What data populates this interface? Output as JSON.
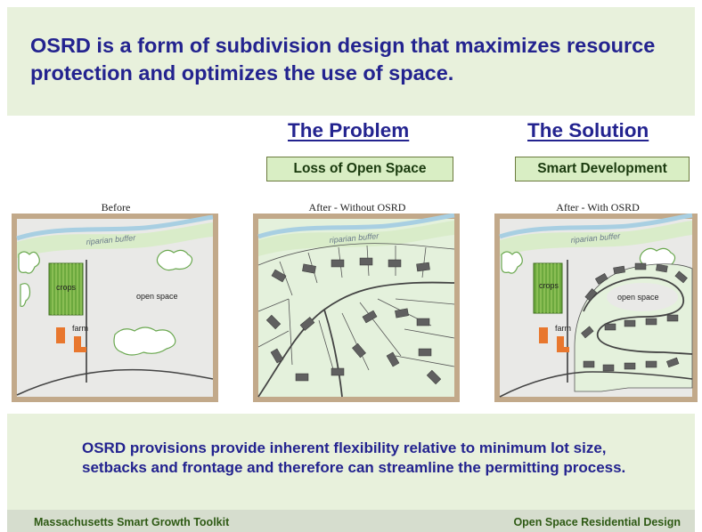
{
  "header": {
    "headline": "OSRD is a form of subdivision design that maximizes resource protection and optimizes the use of space."
  },
  "columns": {
    "problem": {
      "title": "The Problem",
      "box_label": "Loss of Open Space"
    },
    "solution": {
      "title": "The Solution",
      "box_label": "Smart Development"
    }
  },
  "maps": {
    "before": {
      "caption": "Before",
      "riparian": "riparian buffer",
      "crops": "crops",
      "farm": "farm",
      "open_space": "open space"
    },
    "without": {
      "caption": "After - Without OSRD",
      "riparian": "riparian buffer"
    },
    "with": {
      "caption": "After - With OSRD",
      "riparian": "riparian buffer",
      "crops": "crops",
      "farm": "farm",
      "open_space": "open space"
    }
  },
  "body": {
    "text": "OSRD provisions provide inherent flexibility relative to minimum lot size, setbacks and frontage and therefore can streamline the permitting process."
  },
  "footer": {
    "left": "Massachusetts Smart Growth Toolkit",
    "right": "Open Space Residential Design"
  },
  "colors": {
    "title_blue": "#23238f",
    "band_green": "#e8f1dc",
    "map_frame": "#c2a98a",
    "map_bg": "#e9e9e7",
    "lot_fill": "#e4f1dc",
    "footer_text": "#2e5a14"
  }
}
